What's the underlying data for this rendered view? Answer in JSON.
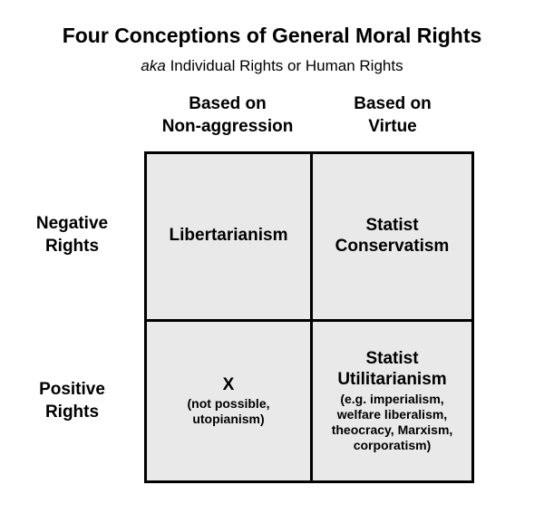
{
  "title": "Four Conceptions of General Moral Rights",
  "subtitle": {
    "italic": "aka",
    "rest": " Individual Rights or Human Rights"
  },
  "matrix": {
    "columns": [
      {
        "label": "Based on\nNon-aggression"
      },
      {
        "label": "Based on\nVirtue"
      }
    ],
    "rows": [
      {
        "label": "Negative\nRights"
      },
      {
        "label": "Positive\nRights"
      }
    ],
    "cells": [
      {
        "main": "Libertarianism",
        "sub": ""
      },
      {
        "main": "Statist\nConservatism",
        "sub": ""
      },
      {
        "main": "X",
        "sub": "(not possible,\nutopianism)"
      },
      {
        "main": "Statist\nUtilitarianism",
        "sub": "(e.g. imperialism,\nwelfare liberalism,\ntheocracy, Marxism,\ncorporatism)"
      }
    ]
  },
  "colors": {
    "background": "#ffffff",
    "cell_bg": "#e9e9e9",
    "border": "#000000",
    "text": "#000000"
  }
}
